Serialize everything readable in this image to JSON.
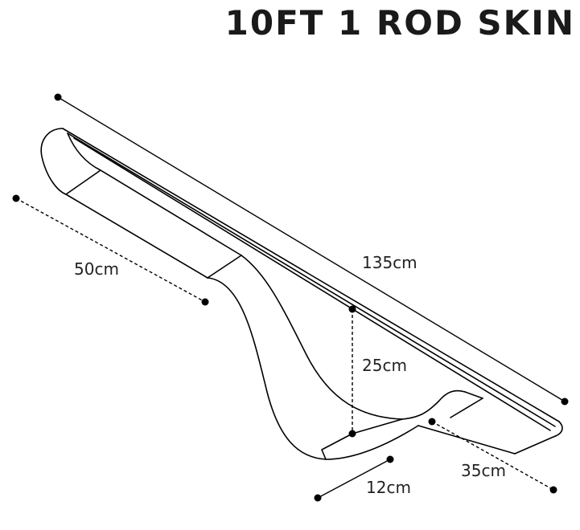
{
  "title": "10FT 1 ROD SKIN",
  "dimensions": {
    "length": "135cm",
    "end_width": "50cm",
    "height": "25cm",
    "tip_width": "35cm",
    "depth": "12cm"
  },
  "colors": {
    "line": "#000000",
    "title": "#1a1a1a",
    "background": "#ffffff"
  }
}
